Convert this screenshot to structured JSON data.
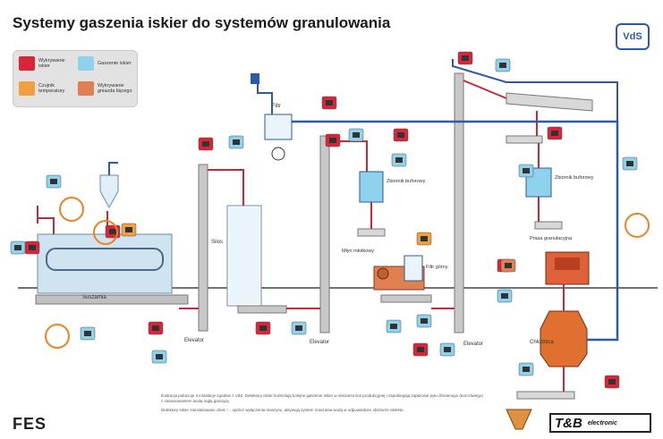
{
  "title": "Systemy gaszenia iskier do systemów granulowania",
  "badge": "VdS",
  "legend": {
    "items": [
      {
        "label": "Wykrywanie iskier",
        "color": "#d8253a"
      },
      {
        "label": "Gaszenie iskier",
        "color": "#8fd2ec"
      },
      {
        "label": "Czujnik temperatury",
        "color": "#f0a040"
      },
      {
        "label": "Wykrywanie gniazda tlącego",
        "color": "#e08050"
      }
    ]
  },
  "labels": {
    "filtr": "Filtr",
    "silos": "Silos",
    "suszarnia": "Suszarnia",
    "elevator1": "Elevator",
    "elevator2": "Elevator",
    "elevator3": "Elevator",
    "zbiornik1": "Zbiornik buforowy",
    "zbiornik2": "Zbiornik buforowy",
    "mlyn": "Młyn młotkowy",
    "filtr_gorny": "Filtr górny",
    "prasa": "Prasa granulacyjna",
    "chlodnica": "Chłodnica"
  },
  "footer": {
    "line1": "Ilustracja pokazuje 3 instalacje zgodnie z VdS. Detektory iskier kontrolują kolejne gaszenie iskier w obszarze linii produkcyjnej i zapobiegają zapłonowi pyłu drzewnego (kurczliwego) z zastosowaniem wodą mgłą gaszącą.",
    "line2": "Detektory iskier zainstalowane obok ○ , oprócz wyłączenia maszyny, aktywują system zraszania wodą w odpowiednim obszarze obiektu."
  },
  "logos": {
    "left": "FES",
    "right": "T&B",
    "right_sub": "electronic"
  }
}
